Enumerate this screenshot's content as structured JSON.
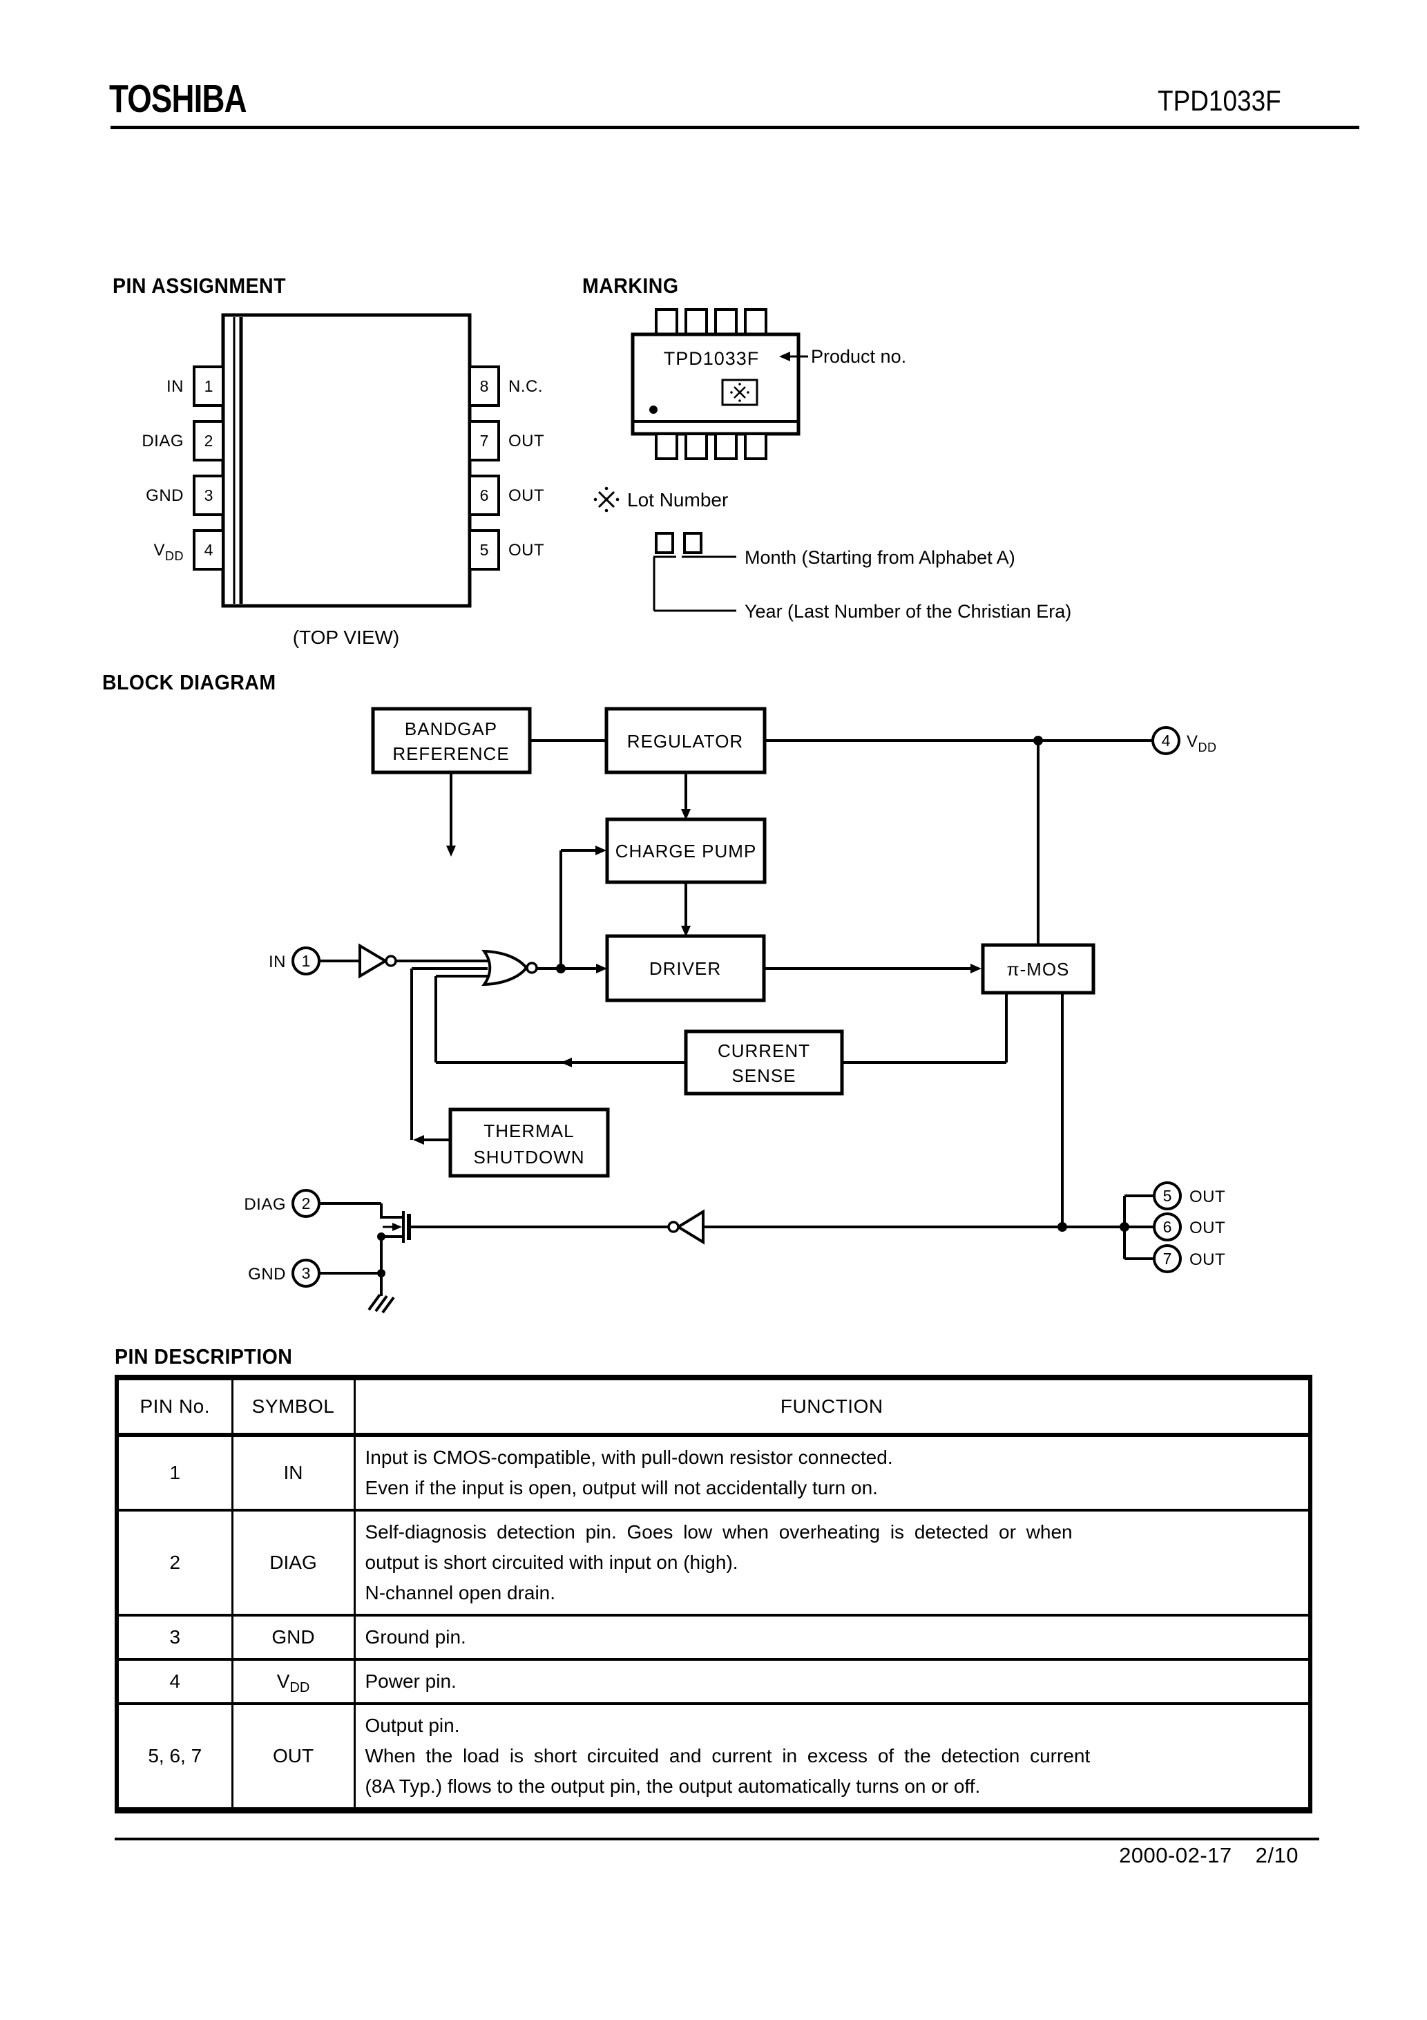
{
  "header": {
    "brand": "TOSHIBA",
    "part_number": "TPD1033F"
  },
  "sections": {
    "pin_assignment": "PIN ASSIGNMENT",
    "marking": "MARKING",
    "block_diagram": "BLOCK DIAGRAM",
    "pin_description": "PIN DESCRIPTION"
  },
  "pin_assignment": {
    "top_view_caption": "(TOP VIEW)",
    "left_pins": [
      {
        "number": "1",
        "name": "IN"
      },
      {
        "number": "2",
        "name": "DIAG"
      },
      {
        "number": "3",
        "name": "GND"
      },
      {
        "number": "4",
        "name": "VDD",
        "base": "V",
        "sub": "DD"
      }
    ],
    "right_pins": [
      {
        "number": "8",
        "name": "N.C."
      },
      {
        "number": "7",
        "name": "OUT"
      },
      {
        "number": "6",
        "name": "OUT"
      },
      {
        "number": "5",
        "name": "OUT"
      }
    ]
  },
  "marking": {
    "chip_text": "TPD1033F",
    "product_no_label": "Product no.",
    "lot_note": "Lot Number",
    "month_label": "Month (Starting from Alphabet A)",
    "year_label": "Year (Last Number of the Christian Era)"
  },
  "block_diagram": {
    "blocks": {
      "bandgap_line1": "BANDGAP",
      "bandgap_line2": "REFERENCE",
      "regulator": "REGULATOR",
      "charge_pump": "CHARGE PUMP",
      "driver": "DRIVER",
      "current_sense_line1": "CURRENT",
      "current_sense_line2": "SENSE",
      "thermal_line1": "THERMAL",
      "thermal_line2": "SHUTDOWN",
      "pi_mos": "π-MOS"
    },
    "pins": {
      "in": {
        "number": "1",
        "label": "IN"
      },
      "vdd": {
        "number": "4",
        "label_base": "V",
        "label_sub": "DD"
      },
      "diag": {
        "number": "2",
        "label": "DIAG"
      },
      "gnd": {
        "number": "3",
        "label": "GND"
      },
      "out5": {
        "number": "5",
        "label": "OUT"
      },
      "out6": {
        "number": "6",
        "label": "OUT"
      },
      "out7": {
        "number": "7",
        "label": "OUT"
      }
    }
  },
  "pin_table": {
    "headers": [
      "PIN No.",
      "SYMBOL",
      "FUNCTION"
    ],
    "rows": [
      {
        "pin": "1",
        "symbol": "IN",
        "lines": [
          "Input is CMOS-compatible, with pull-down resistor connected.",
          "Even if the input is open, output will not accidentally turn on."
        ]
      },
      {
        "pin": "2",
        "symbol": "DIAG",
        "lines": [
          "Self-diagnosis detection pin. Goes low when overheating is detected or when",
          "output is short circuited with input on (high).",
          "N-channel open drain."
        ]
      },
      {
        "pin": "3",
        "symbol": "GND",
        "lines": [
          "Ground pin."
        ]
      },
      {
        "pin": "4",
        "symbol_base": "V",
        "symbol_sub": "DD",
        "lines": [
          "Power pin."
        ]
      },
      {
        "pin": "5, 6, 7",
        "symbol": "OUT",
        "lines": [
          "Output pin.",
          "When the load is short circuited and current in excess of the detection current",
          "(8A Typ.) flows to the output pin, the output automatically turns on or off."
        ]
      }
    ]
  },
  "footer": {
    "date": "2000-02-17",
    "page": "2/10"
  }
}
